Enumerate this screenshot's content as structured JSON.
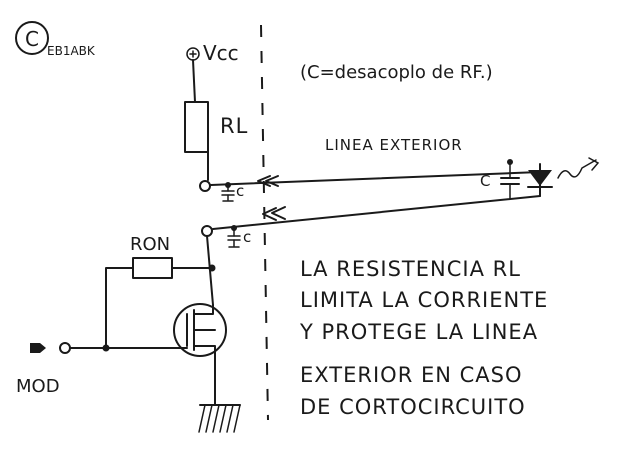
{
  "copyright": {
    "symbol": "C",
    "author": "EB1ABK"
  },
  "labels": {
    "vcc": "Vcc",
    "rl": "RL",
    "ron": "RON",
    "mod": "MOD",
    "cap_small_1": "c",
    "cap_small_2": "c",
    "cap_line": "C",
    "note": "(C=desacoplo de RF.)",
    "linea_exterior": "LINEA EXTERIOR"
  },
  "explanation": [
    "LA RESISTENCIA RL",
    "LIMITA LA CORRIENTE",
    "Y PROTEGE LA LINEA",
    "EXTERIOR EN CASO",
    "DE CORTOCIRCUITO"
  ]
}
